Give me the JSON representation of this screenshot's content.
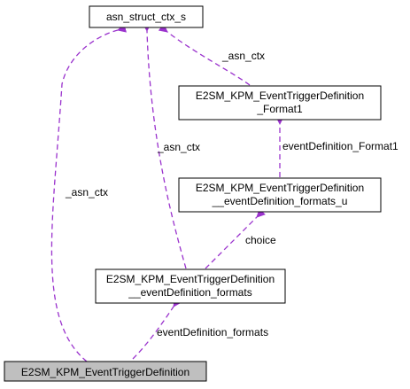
{
  "diagram": {
    "edge_color": "#9a32cd",
    "nodes": {
      "asn_struct_ctx_s": {
        "lines": [
          "asn_struct_ctx_s"
        ],
        "highlight": false
      },
      "format1": {
        "lines": [
          "E2SM_KPM_EventTriggerDefinition",
          "_Format1"
        ],
        "highlight": false
      },
      "formats_u": {
        "lines": [
          "E2SM_KPM_EventTriggerDefinition",
          "__eventDefinition_formats_u"
        ],
        "highlight": false
      },
      "formats": {
        "lines": [
          "E2SM_KPM_EventTriggerDefinition",
          "__eventDefinition_formats"
        ],
        "highlight": false
      },
      "root": {
        "lines": [
          "E2SM_KPM_EventTriggerDefinition"
        ],
        "highlight": true,
        "fill": "#bfbfbf"
      }
    },
    "edges": [
      {
        "id": "root-to-ctx",
        "label": "_asn_ctx"
      },
      {
        "id": "formats-to-ctx",
        "label": "_asn_ctx"
      },
      {
        "id": "format1-to-ctx",
        "label": "_asn_ctx"
      },
      {
        "id": "formats_u-to-format1",
        "label": "eventDefinition_Format1"
      },
      {
        "id": "formats-to-formats_u",
        "label": "choice"
      },
      {
        "id": "root-to-formats",
        "label": "eventDefinition_formats"
      }
    ]
  }
}
